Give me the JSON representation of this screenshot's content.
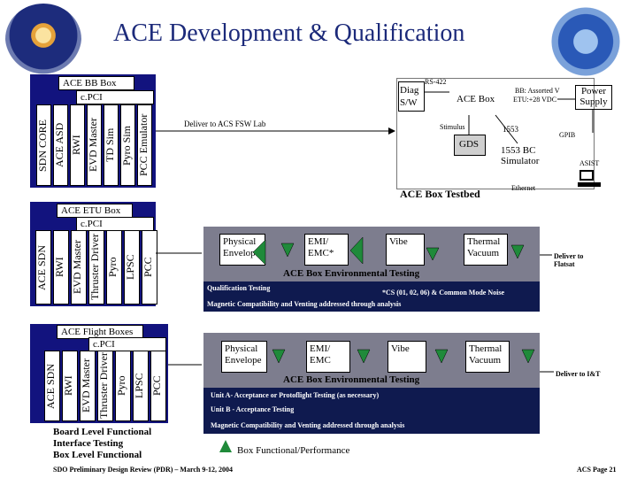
{
  "title": "ACE Development & Qualification",
  "bb": {
    "header": "ACE BB Box",
    "subheader": "c.PCI",
    "cards": [
      "SDN CORE",
      "ACE ASD",
      "RWI",
      "EVD Master",
      "TD Sim",
      "Pyro Sim",
      "PCC Emulator"
    ],
    "deliver": "Deliver to ACS FSW Lab"
  },
  "testbed": {
    "diag": "Diag S/W",
    "rs422": "RS-422",
    "ace_box": "ACE Box",
    "bb_assorted": "BB: Assorted V",
    "etu_vdc": "ETU:+28 VDC",
    "power_supply": "Power Supply",
    "stimulus": "Stimulus",
    "n1553": "1553",
    "gpib": "GPIB",
    "gds": "GDS",
    "sim_1553": "1553 BC Simulator",
    "asist": "ASIST",
    "ethernet": "Ethernet",
    "label": "ACE Box Testbed"
  },
  "etu": {
    "header": "ACE ETU Box",
    "subheader": "c.PCI",
    "cards": [
      "ACE SDN",
      "RWI",
      "EVD Master",
      "Thruster Driver",
      "Pyro",
      "LPSC",
      "PCC"
    ],
    "tests": [
      "Physical Envelope",
      "EMI/ EMC*",
      "Vibe",
      "Thermal Vacuum"
    ],
    "band_label": "ACE Box Environmental Testing",
    "qual": "Qualification Testing",
    "note": "*CS (01, 02, 06) & Common Mode Noise",
    "magnetic": "Magnetic Compatibility and Venting addressed through analysis",
    "deliver": "Deliver to Flatsat"
  },
  "flight": {
    "header": "ACE Flight Boxes",
    "subheader": "c.PCI",
    "cards": [
      "ACE SDN",
      "RWI",
      "EVD Master",
      "Thruster Driver",
      "Pyro",
      "LPSC",
      "PCC"
    ],
    "tests": [
      "Physical Envelope",
      "EMI/ EMC",
      "Vibe",
      "Thermal Vacuum"
    ],
    "band_label": "ACE Box Environmental Testing",
    "unit_a": "Unit A- Acceptance or Protoflight Testing (as necessary)",
    "unit_b": "Unit B - Acceptance Testing",
    "magnetic": "Magnetic Compatibility and Venting addressed through analysis",
    "deliver": "Deliver to I&T",
    "functional": [
      "Board Level Functional",
      "Interface Testing",
      "Box Level Functional"
    ],
    "legend": "Box Functional/Performance"
  },
  "footer": {
    "left": "SDO Preliminary Design Review (PDR) – March 9-12, 2004",
    "right": "ACS Page 21"
  },
  "colors": {
    "navy": "#12137e",
    "band": "#7d7d8e",
    "title": "#1c2a7a",
    "triangle": "#1f8a3a"
  }
}
